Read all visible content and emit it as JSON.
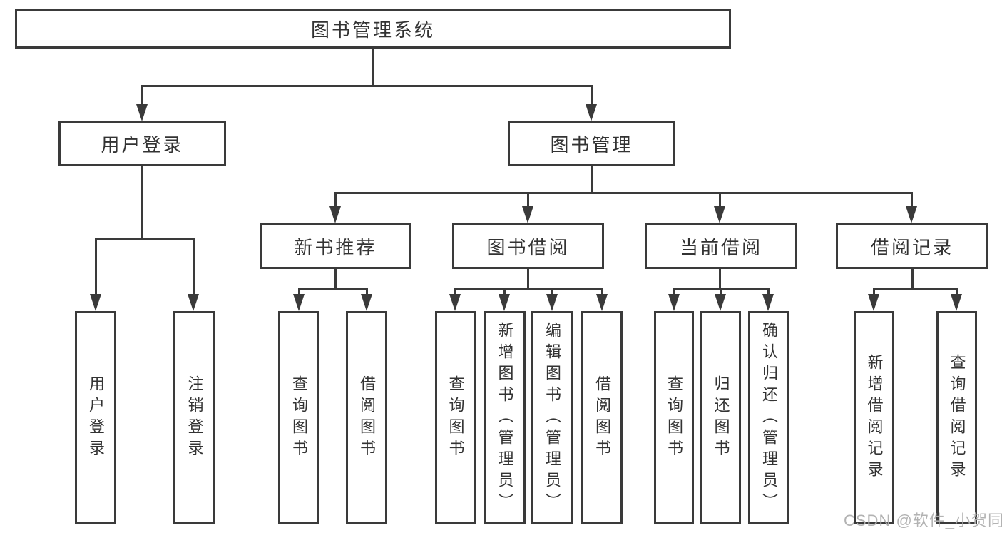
{
  "diagram": {
    "root": "图书管理系统",
    "level2": {
      "userLogin": "用户登录",
      "bookMgmt": "图书管理"
    },
    "level3": {
      "newBookRec": "新书推荐",
      "bookBorrow": "图书借阅",
      "currentBorrow": "当前借阅",
      "borrowRecord": "借阅记录"
    },
    "leaves": {
      "userLogin": "用户登录",
      "logout": "注销登录",
      "recQueryBook": "查询图书",
      "recBorrowBook": "借阅图书",
      "bbQueryBook": "查询图书",
      "bbAddBook": "新增图书（管理员）",
      "bbEditBook": "编辑图书（管理员）",
      "bbBorrowBook": "借阅图书",
      "cbQueryBook": "查询图书",
      "cbReturnBook": "归还图书",
      "cbConfirmReturn": "确认归还（管理员）",
      "brAddRecord": "新增借阅记录",
      "brQueryRecord": "查询借阅记录"
    }
  },
  "watermark": "CSDN @软件_小贺同学",
  "colors": {
    "line": "#3a3a3a",
    "text": "#333333",
    "watermark": "#afafaf",
    "background": "#ffffff"
  }
}
